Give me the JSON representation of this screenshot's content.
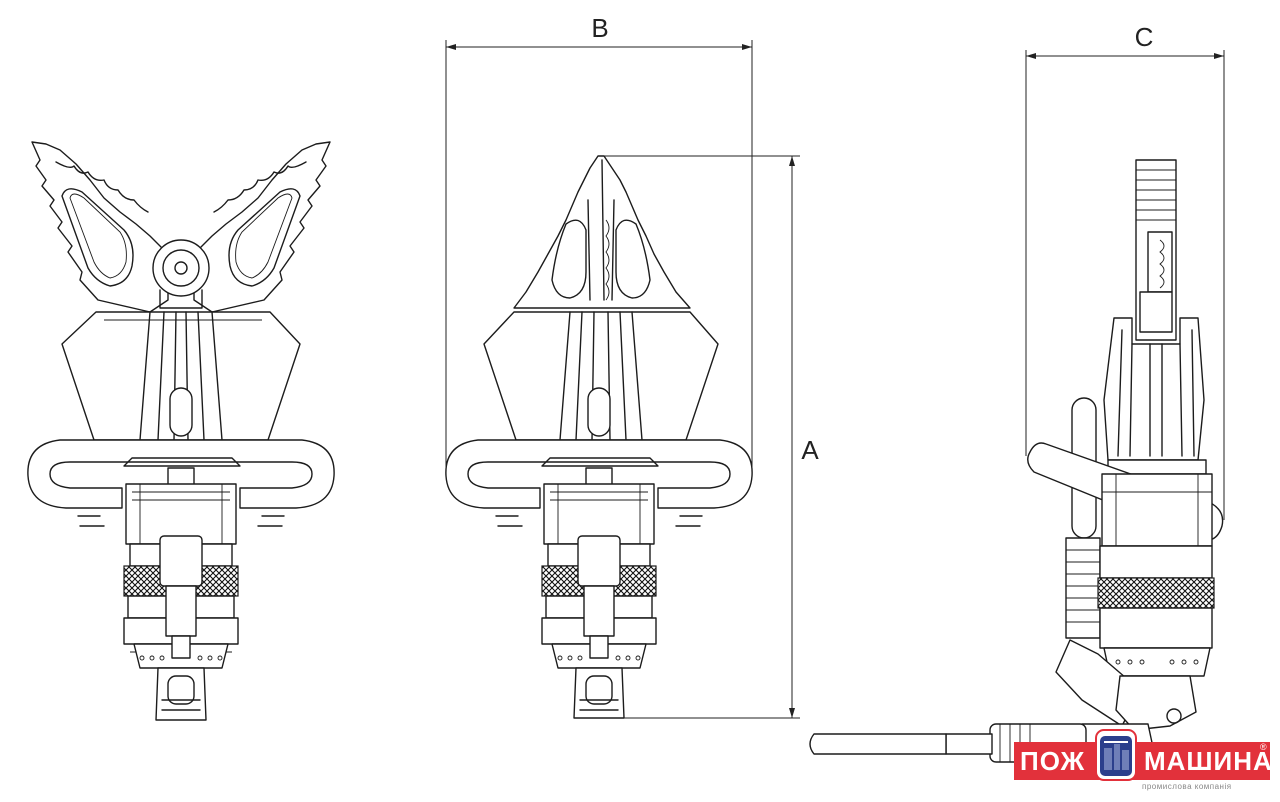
{
  "dimensions": {
    "A": "A",
    "B": "B",
    "C": "C"
  },
  "logo": {
    "left_text": "ПОЖ",
    "right_text": "МАШИНА",
    "registered_mark": "®",
    "subtitle": "промислова компанія"
  },
  "icons": {
    "emblem": "fire-truck-emblem-icon"
  },
  "colors": {
    "line": "#1c1c1c",
    "background": "#ffffff",
    "logo_red": "#e2313b",
    "logo_blue": "#2b3f8c"
  }
}
